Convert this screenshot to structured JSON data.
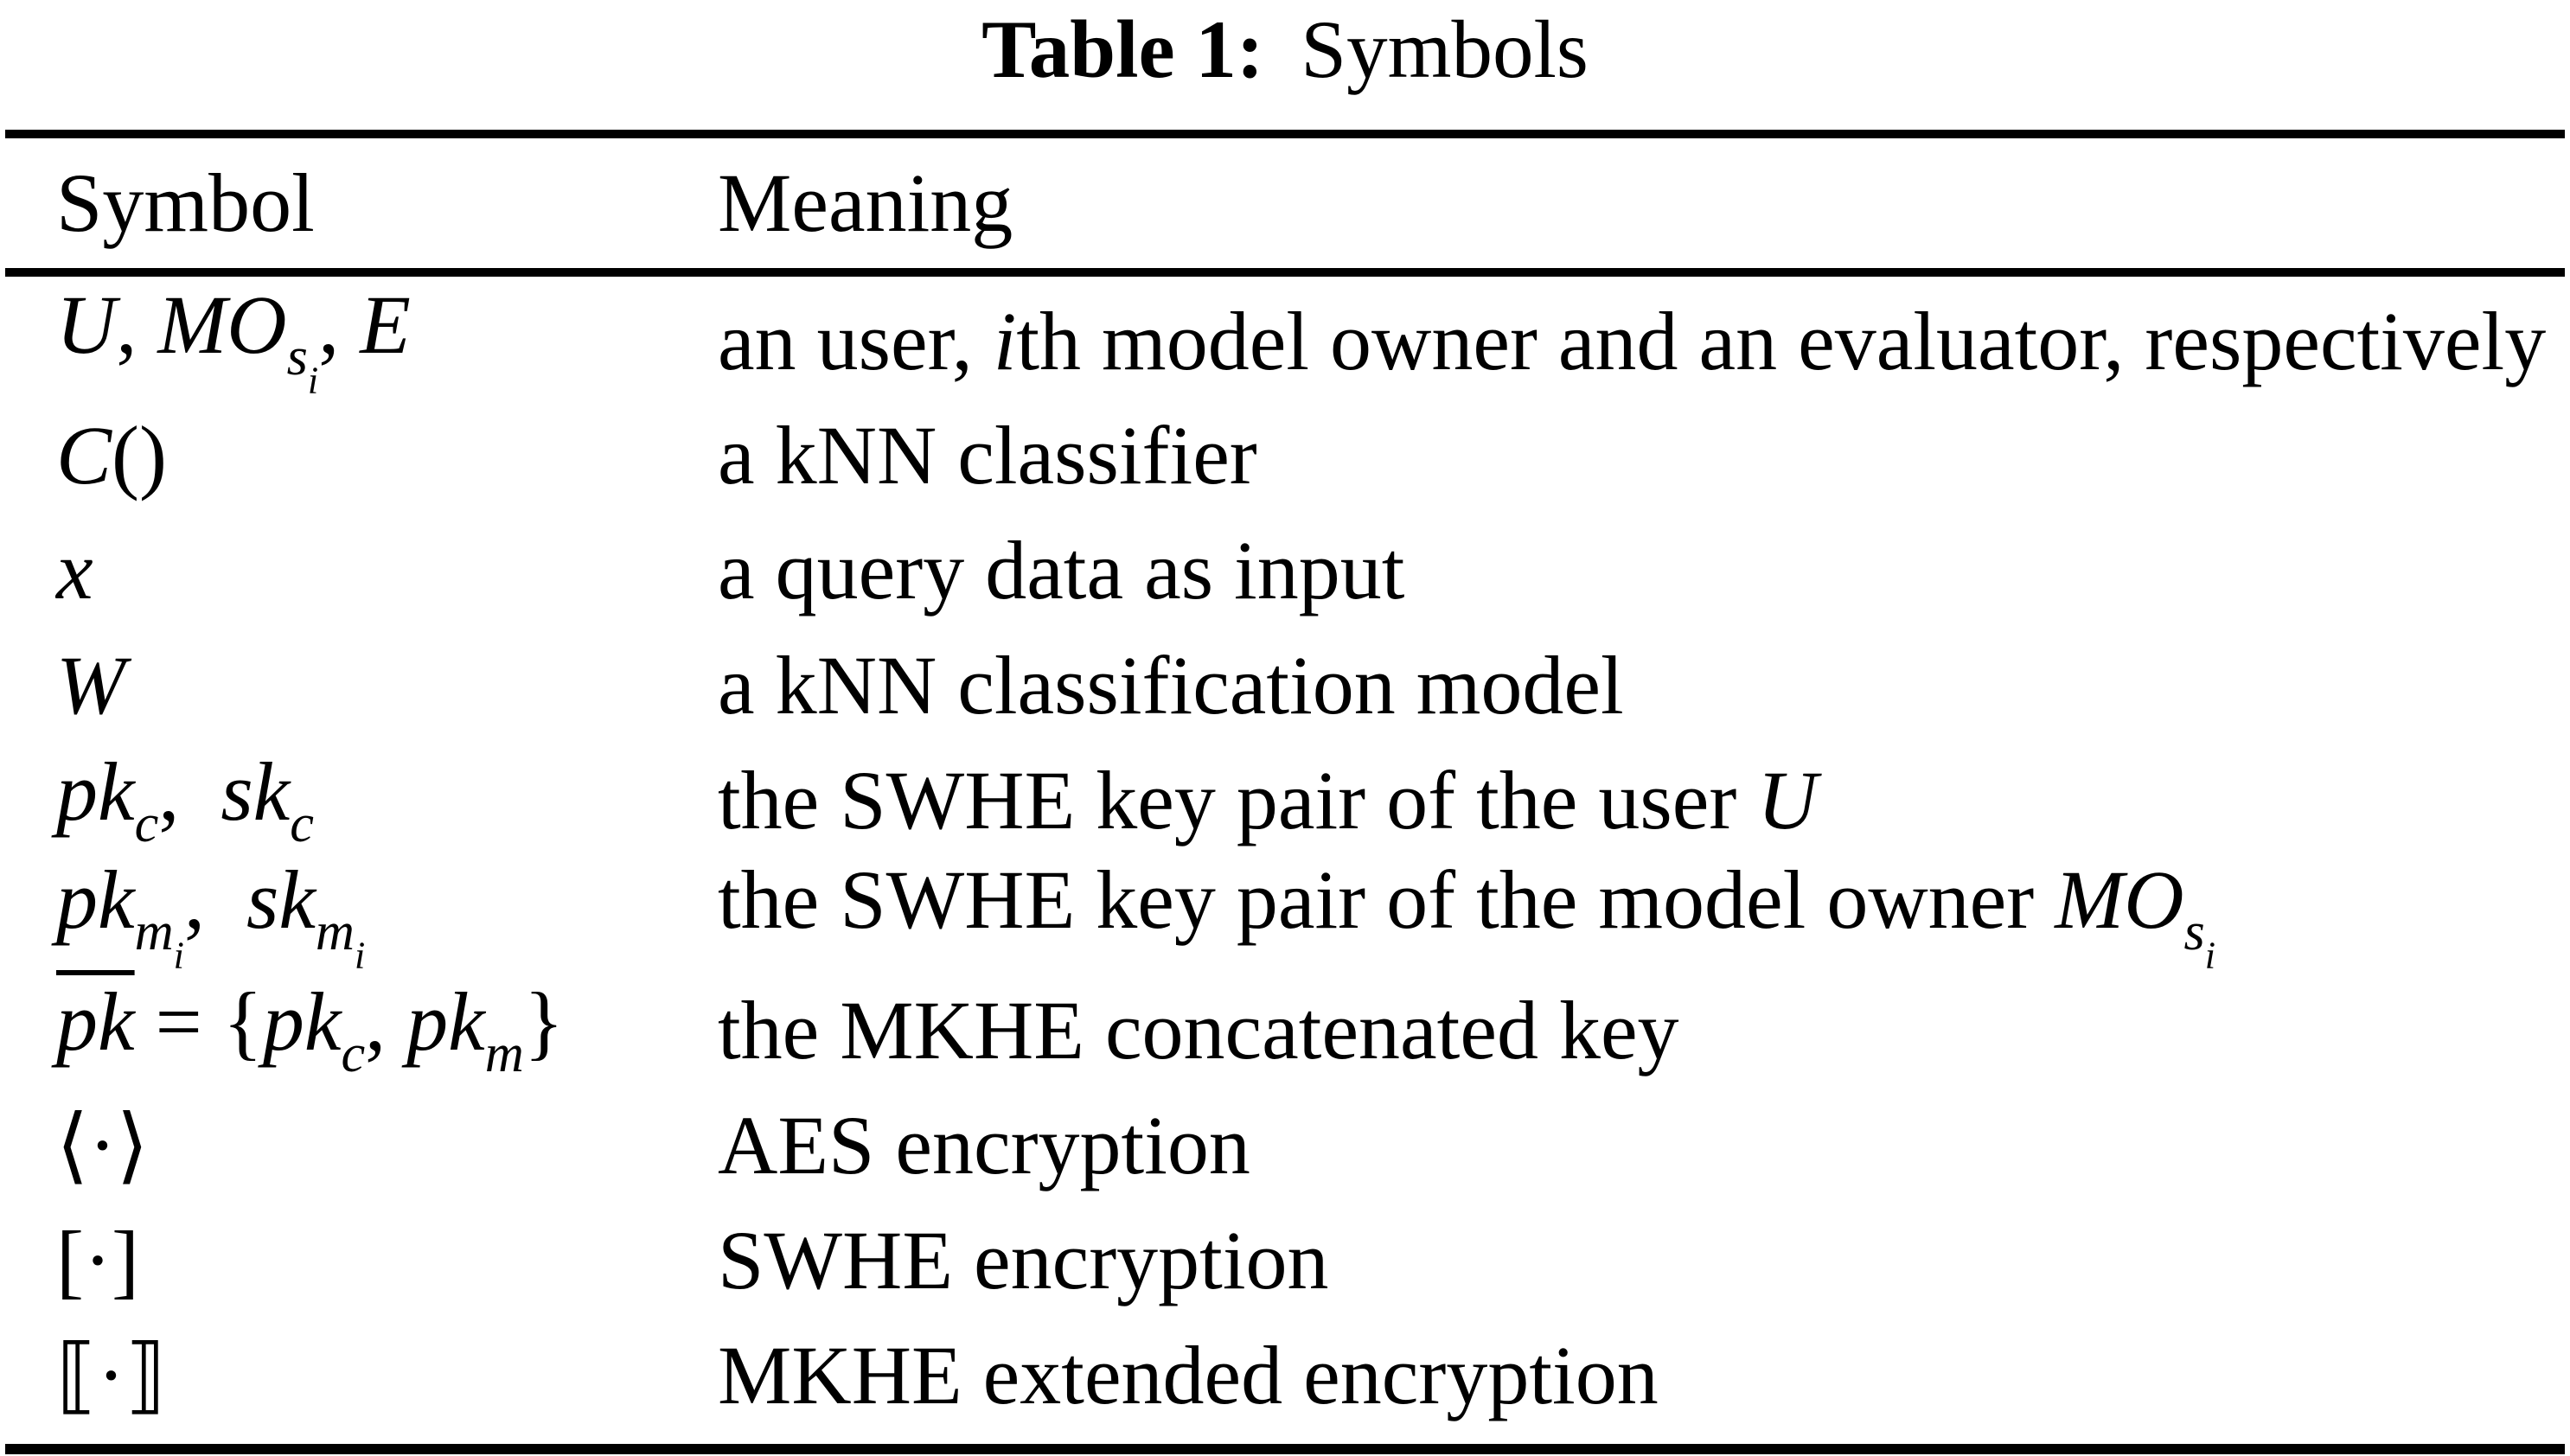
{
  "colors": {
    "text": "#000000",
    "background": "#ffffff",
    "rule": "#000000"
  },
  "caption": {
    "label": "Table 1:",
    "title": "Symbols"
  },
  "table": {
    "headers": [
      "Symbol",
      "Meaning"
    ],
    "rows": [
      {
        "symbol": [
          {
            "t": "U",
            "it": true
          },
          {
            "t": ", "
          },
          {
            "t": "MO",
            "it": true
          },
          {
            "t": "s",
            "it": true,
            "v": "sub"
          },
          {
            "t": "i",
            "it": true,
            "v": "subsub"
          },
          {
            "t": ", "
          },
          {
            "t": "E",
            "it": true
          }
        ],
        "meaning": [
          {
            "t": "an user, "
          },
          {
            "t": "i",
            "it": true
          },
          {
            "t": "th model owner and an evaluator, respectively"
          }
        ]
      },
      {
        "symbol": [
          {
            "t": "C",
            "it": true
          },
          {
            "t": "()"
          }
        ],
        "meaning": [
          {
            "t": "a kNN classifier"
          }
        ]
      },
      {
        "symbol": [
          {
            "t": "x",
            "it": true
          }
        ],
        "meaning": [
          {
            "t": "a query data as input"
          }
        ]
      },
      {
        "symbol": [
          {
            "t": "W",
            "it": true
          }
        ],
        "meaning": [
          {
            "t": "a kNN classification model"
          }
        ]
      },
      {
        "symbol": [
          {
            "t": "pk",
            "it": true
          },
          {
            "t": "c",
            "it": true,
            "v": "sub"
          },
          {
            "t": ",  "
          },
          {
            "t": "sk",
            "it": true
          },
          {
            "t": "c",
            "it": true,
            "v": "sub"
          }
        ],
        "meaning": [
          {
            "t": "the SWHE key pair of the user "
          },
          {
            "t": "U",
            "it": true
          }
        ]
      },
      {
        "symbol": [
          {
            "t": "pk",
            "it": true
          },
          {
            "t": "m",
            "it": true,
            "v": "sub"
          },
          {
            "t": "i",
            "it": true,
            "v": "subsub"
          },
          {
            "t": ",  "
          },
          {
            "t": "sk",
            "it": true
          },
          {
            "t": "m",
            "it": true,
            "v": "sub"
          },
          {
            "t": "i",
            "it": true,
            "v": "subsub"
          }
        ],
        "meaning": [
          {
            "t": "the SWHE key pair of the model owner "
          },
          {
            "t": "MO",
            "it": true
          },
          {
            "t": "s",
            "it": true,
            "v": "sub"
          },
          {
            "t": "i",
            "it": true,
            "v": "subsub"
          }
        ]
      },
      {
        "symbol": [
          {
            "t": "pk",
            "it": true,
            "ov": true
          },
          {
            "t": " = {"
          },
          {
            "t": "pk",
            "it": true
          },
          {
            "t": "c",
            "it": true,
            "v": "sub"
          },
          {
            "t": ", "
          },
          {
            "t": "pk",
            "it": true
          },
          {
            "t": "m",
            "it": true,
            "v": "sub"
          },
          {
            "t": "}"
          }
        ],
        "meaning": [
          {
            "t": "the MKHE concatenated key"
          }
        ]
      },
      {
        "symbol": [
          {
            "t": "⟨·⟩"
          }
        ],
        "meaning": [
          {
            "t": "AES encryption"
          }
        ]
      },
      {
        "symbol": [
          {
            "t": "[·]"
          }
        ],
        "meaning": [
          {
            "t": "SWHE encryption"
          }
        ]
      },
      {
        "symbol": [
          {
            "t": "⟦·⟧"
          }
        ],
        "meaning": [
          {
            "t": "MKHE extended encryption"
          }
        ]
      }
    ]
  }
}
